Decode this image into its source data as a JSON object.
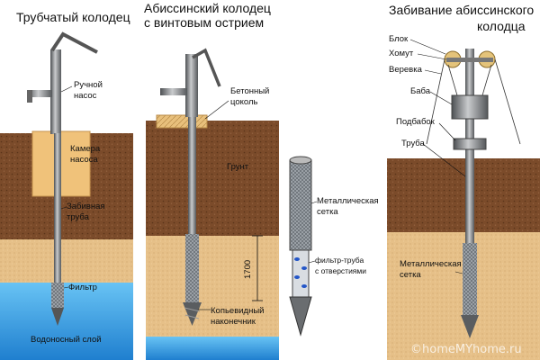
{
  "panels": [
    {
      "title": "Трубчатый колодец",
      "labels": {
        "pump": [
          "Ручной",
          "насос"
        ],
        "chamber": [
          "Камера",
          "насоса"
        ],
        "pipe": [
          "Забивная",
          "труба"
        ],
        "filter": "Фильтр",
        "aquifer": "Водоносный слой"
      }
    },
    {
      "title": [
        "Абиссинский колодец",
        "с винтовым острием"
      ],
      "labels": {
        "concrete": [
          "Бетонный",
          "цоколь"
        ],
        "soil": "Грунт",
        "depth": "1700",
        "tip": [
          "Копьевидный",
          "наконечник"
        ]
      }
    },
    {
      "labels": {
        "mesh": [
          "Металлическая",
          "сетка"
        ],
        "filter_pipe": [
          "фильтр-труба",
          "с отверстиями"
        ]
      }
    },
    {
      "title": [
        "Забивание абиссинского",
        "колодца"
      ],
      "labels": {
        "block": "Блок",
        "clamp": "Хомут",
        "rope": "Веревка",
        "ram": "Баба",
        "anvil": "Подбабок",
        "pipe": "Труба",
        "mesh": [
          "Металлическая",
          "сетка"
        ]
      }
    }
  ],
  "watermark": "©homeMYhome.ru",
  "colors": {
    "soil_top": "#7b4b2a",
    "soil_sand": "#e6c088",
    "water": "#3fa7e6",
    "concrete": "#e8c07c",
    "pipe": "#7c7f82"
  }
}
